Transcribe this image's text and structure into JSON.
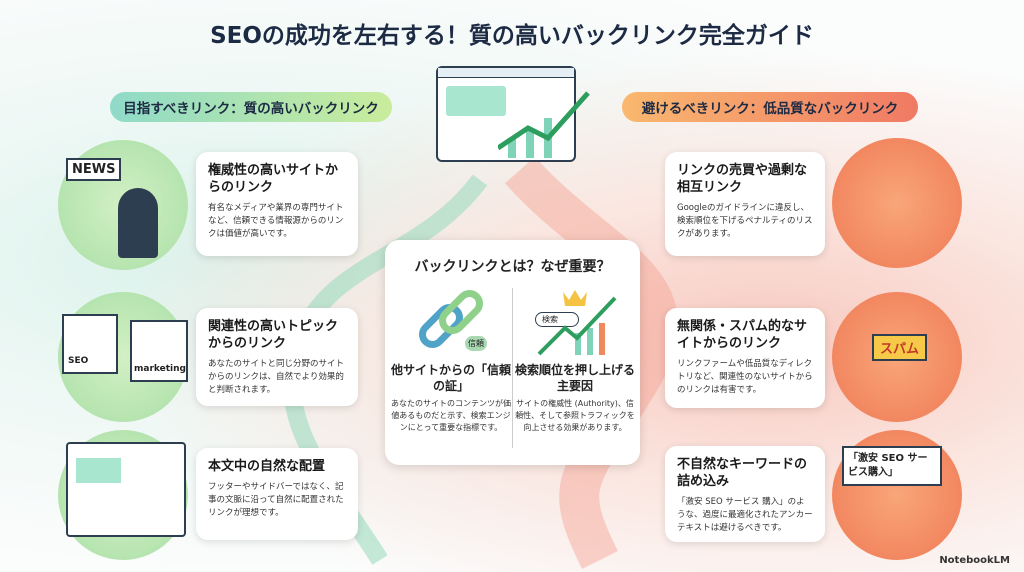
{
  "title": "SEOの成功を左右する！質の高いバックリンク完全ガイド",
  "good": {
    "banner": "目指すべきリンク：質の高いバックリンク",
    "color": "#7fd3b8",
    "items": [
      {
        "title": "権威性の高いサイトからのリンク",
        "text": "有名なメディアや業界の専門サイトなど、信頼できる情報源からのリンクは価値が高いです。",
        "icon": "news-person-icon",
        "label": "NEWS"
      },
      {
        "title": "関連性の高いトピックからのリンク",
        "text": "あなたのサイトと同じ分野のサイトからのリンクは、自然でより効果的と判断されます。",
        "icon": "linked-pages-icon",
        "labels": [
          "SEO",
          "marketing"
        ]
      },
      {
        "title": "本文中の自然な配置",
        "text": "フッターやサイドバーではなく、記事の文脈に沿って自然に配置されたリンクが理想です。",
        "icon": "article-page-icon"
      }
    ]
  },
  "bad": {
    "banner": "避けるべきリンク：低品質なバックリンク",
    "color": "#f08a5d",
    "items": [
      {
        "title": "リンクの売買や過剰な相互リンク",
        "text": "Googleのガイドラインに違反し、検索順位を下げるペナルティのリスクがあります。",
        "icon": "handshake-money-icon"
      },
      {
        "title": "無関係・スパム的なサイトからのリンク",
        "text": "リンクファームや低品質なディレクトリなど、関連性のないサイトからのリンクは有害です。",
        "icon": "spam-icon",
        "label": "スパム"
      },
      {
        "title": "不自然なキーワードの詰め込み",
        "text": "「激安 SEO サービス 購入」のような、過度に最適化されたアンカーテキストは避けるべきです。",
        "icon": "anchor-warning-icon",
        "label": "「激安 SEO サービス購入」"
      }
    ]
  },
  "center": {
    "title": "バックリンクとは？なぜ重要？",
    "cols": [
      {
        "title": "他サイトからの「信頼の証」",
        "text": "あなたのサイトのコンテンツが価値あるものだと示す、検索エンジンにとって重要な指標です。",
        "icon": "chain-link-icon",
        "badge": "信頼"
      },
      {
        "title": "検索順位を押し上げる主要因",
        "text": "サイトの権威性 (Authority)、信頼性、そして参照トラフィックを向上させる効果があります。",
        "icon": "search-ranking-icon",
        "search": "検索"
      }
    ]
  },
  "footer": "NotebookLM"
}
